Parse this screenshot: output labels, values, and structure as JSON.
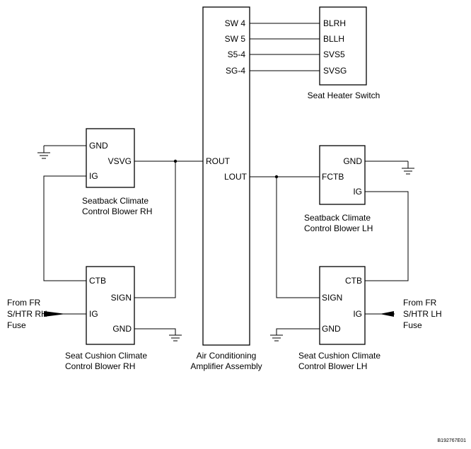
{
  "amplifier": {
    "caption": [
      "Air Conditioning",
      "Amplifier Assembly"
    ],
    "pins": {
      "sw4": "SW 4",
      "sw5": "SW 5",
      "s5_4": "S5-4",
      "sg_4": "SG-4",
      "rout": "ROUT",
      "lout": "LOUT"
    }
  },
  "heater_switch": {
    "caption": "Seat Heater Switch",
    "pins": {
      "blrh": "BLRH",
      "bllh": "BLLH",
      "svs5": "SVS5",
      "svsg": "SVSG"
    }
  },
  "blower_back_rh": {
    "caption": [
      "Seatback Climate",
      "Control Blower RH"
    ],
    "pins": {
      "gnd": "GND",
      "vsvg": "VSVG",
      "ig": "IG"
    }
  },
  "blower_back_lh": {
    "caption": [
      "Seatback Climate",
      "Control Blower LH"
    ],
    "pins": {
      "gnd": "GND",
      "fctb": "FCTB",
      "ig": "IG"
    }
  },
  "blower_cushion_rh": {
    "caption": [
      "Seat Cushion Climate",
      "Control Blower RH"
    ],
    "pins": {
      "ctb": "CTB",
      "sign": "SIGN",
      "ig": "IG",
      "gnd": "GND"
    }
  },
  "blower_cushion_lh": {
    "caption": [
      "Seat Cushion Climate",
      "Control Blower LH"
    ],
    "pins": {
      "ctb": "CTB",
      "sign": "SIGN",
      "ig": "IG",
      "gnd": "GND"
    }
  },
  "fuse_rh": [
    "From FR",
    "S/HTR RH",
    "Fuse"
  ],
  "fuse_lh": [
    "From FR",
    "S/HTR LH",
    "Fuse"
  ],
  "figure_code": "B192767E01"
}
